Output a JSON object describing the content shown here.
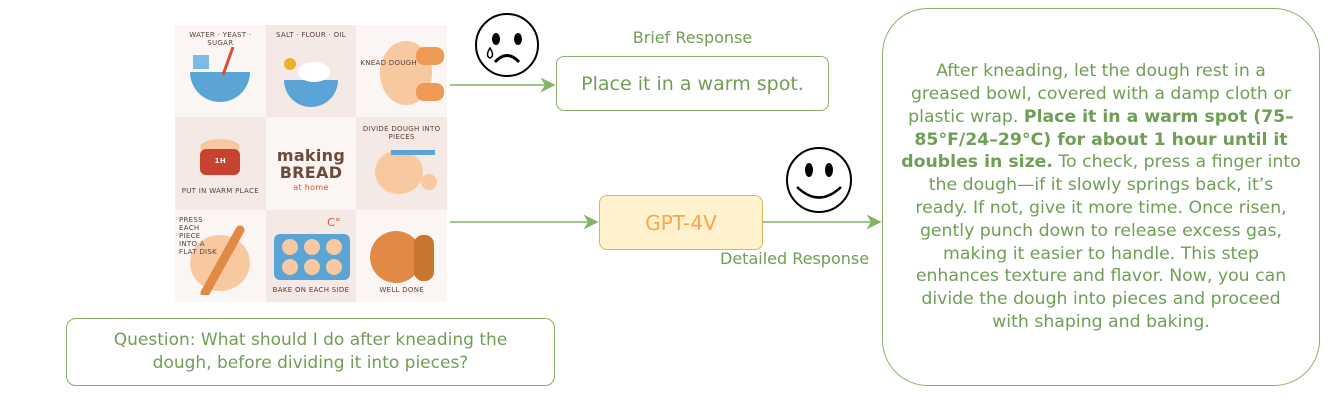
{
  "image": {
    "tiles": [
      {
        "label": "water · yeast · sugar"
      },
      {
        "label": "salt · flour · oil"
      },
      {
        "label": "knead dough"
      },
      {
        "label": "put in warm place",
        "badge": "1h"
      },
      {
        "title_line1": "making",
        "title_line2": "BREAD",
        "subtitle": "at home"
      },
      {
        "label": "divide dough into pieces"
      },
      {
        "label": "press each piece into a flat disk"
      },
      {
        "label": "bake on each side",
        "badge": "C°"
      },
      {
        "label": "well done"
      }
    ]
  },
  "faces": {
    "sad": "sad-face-icon",
    "happy": "happy-face-icon"
  },
  "brief": {
    "caption": "Brief Response",
    "text": "Place it in a warm spot."
  },
  "model": {
    "label": "GPT-4V"
  },
  "detailed": {
    "caption": "Detailed Response",
    "text_before": "After kneading, let the dough rest in a greased bowl, covered with a damp cloth or plastic wrap. ",
    "text_bold": "Place it in a warm spot (75–85°F/24–29°C) for about 1 hour until it doubles in size.",
    "text_after": " To check, press a finger into the dough—if it slowly springs back, it’s ready. If not, give it more time. Once risen, gently punch down to release excess gas, making it easier to handle. This step enhances texture and flavor. Now, you can divide the dough into pieces and proceed with shaping and baking."
  },
  "question": {
    "text": "Question: What should I do after kneading the dough, before dividing it into pieces?"
  },
  "colors": {
    "green": "#82b366",
    "text_green": "#6f9f55",
    "model_fill": "#fff2cc",
    "model_border": "#d6b656",
    "model_text": "#ffa34d"
  }
}
